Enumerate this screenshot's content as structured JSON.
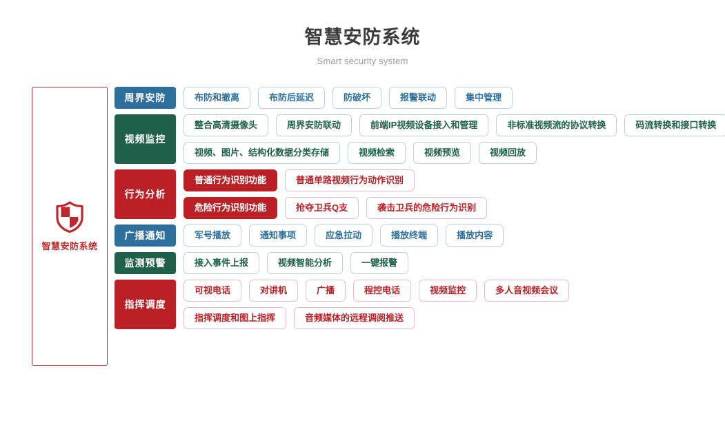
{
  "header": {
    "title": "智慧安防系统",
    "subtitle": "Smart security system"
  },
  "brand": {
    "icon": "shield-icon",
    "label": "智慧安防系统",
    "color": "#c0272d"
  },
  "colors": {
    "blue": "#2e6f9e",
    "green": "#1e6049",
    "red": "#bb2026",
    "title": "#3a3a3a",
    "subtitle": "#9b9b9b"
  },
  "rows": [
    {
      "category": "周界安防",
      "theme": "blue",
      "lines": [
        [
          {
            "label": "布防和撤离",
            "filled": false
          },
          {
            "label": "布防后延迟",
            "filled": false
          },
          {
            "label": "防破坏",
            "filled": false
          },
          {
            "label": "报警联动",
            "filled": false
          },
          {
            "label": "集中管理",
            "filled": false
          }
        ]
      ]
    },
    {
      "category": "视频监控",
      "theme": "green",
      "lines": [
        [
          {
            "label": "整合高清摄像头",
            "filled": false
          },
          {
            "label": "周界安防联动",
            "filled": false
          },
          {
            "label": "前端IP视频设备接入和管理",
            "filled": false
          },
          {
            "label": "非标准视频流的协议转换",
            "filled": false
          },
          {
            "label": "码流转换和接口转换",
            "filled": false
          }
        ],
        [
          {
            "label": "视频、图片、结构化数据分类存储",
            "filled": false
          },
          {
            "label": "视频检索",
            "filled": false
          },
          {
            "label": "视频预览",
            "filled": false
          },
          {
            "label": "视频回放",
            "filled": false
          }
        ]
      ]
    },
    {
      "category": "行为分析",
      "theme": "red",
      "lines": [
        [
          {
            "label": "普通行为识别功能",
            "filled": true
          },
          {
            "label": "普通单路视频行为动作识别",
            "filled": false
          }
        ],
        [
          {
            "label": "危险行为识别功能",
            "filled": true
          },
          {
            "label": "抢夺卫兵Q支",
            "filled": false
          },
          {
            "label": "袭击卫兵的危险行为识别",
            "filled": false
          }
        ]
      ]
    },
    {
      "category": "广播通知",
      "theme": "blue",
      "lines": [
        [
          {
            "label": "军号播放",
            "filled": false
          },
          {
            "label": "通知事项",
            "filled": false
          },
          {
            "label": "应急拉动",
            "filled": false
          },
          {
            "label": "播放终端",
            "filled": false
          },
          {
            "label": "播放内容",
            "filled": false
          }
        ]
      ]
    },
    {
      "category": "监测预警",
      "theme": "green",
      "lines": [
        [
          {
            "label": "接入事件上报",
            "filled": false
          },
          {
            "label": "视频智能分析",
            "filled": false
          },
          {
            "label": "一键报警",
            "filled": false
          }
        ]
      ]
    },
    {
      "category": "指挥调度",
      "theme": "red",
      "lines": [
        [
          {
            "label": "可视电话",
            "filled": false
          },
          {
            "label": "对讲机",
            "filled": false
          },
          {
            "label": "广播",
            "filled": false
          },
          {
            "label": "程控电话",
            "filled": false
          },
          {
            "label": "视频监控",
            "filled": false
          },
          {
            "label": "多人音视频会议",
            "filled": false
          }
        ],
        [
          {
            "label": "指挥调度和图上指挥",
            "filled": false
          },
          {
            "label": "音频媒体的远程调阅推送",
            "filled": false
          }
        ]
      ]
    }
  ]
}
